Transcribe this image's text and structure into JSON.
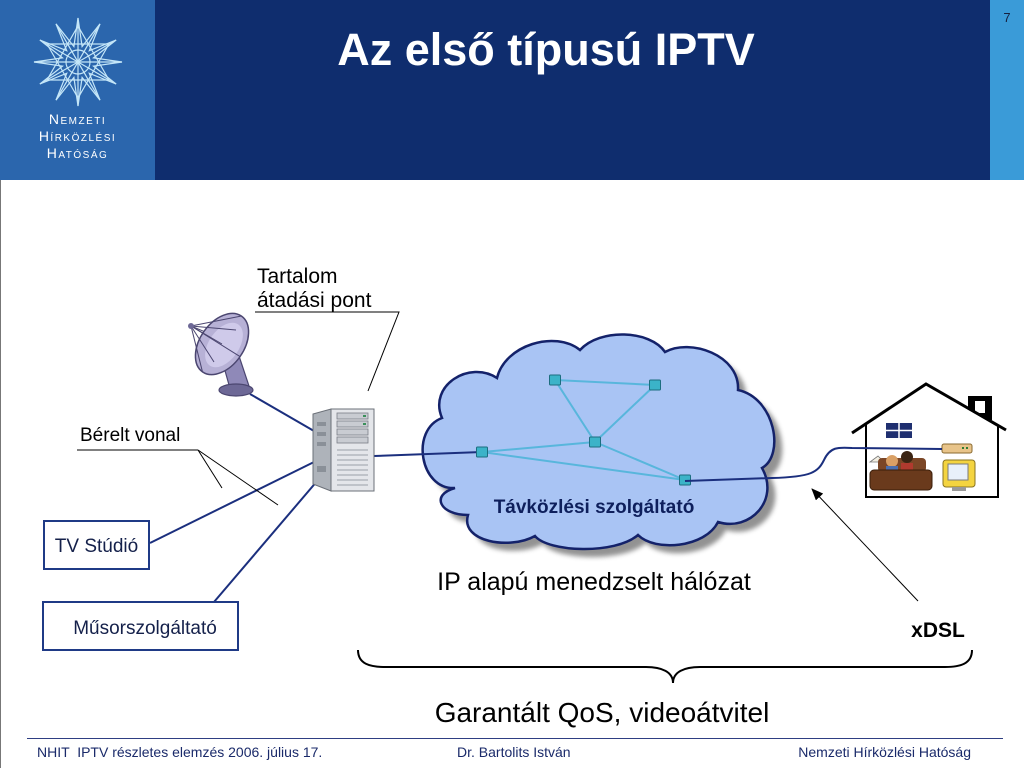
{
  "slide": {
    "page_number": "7",
    "title": "Az első típusú IPTV"
  },
  "logo": {
    "lines": [
      "Nemzeti",
      "Hírközlési",
      "Hatóság"
    ],
    "icon": "star-burst-logo-icon"
  },
  "diagram": {
    "content_handover_point": [
      "Tartalom",
      "átadási pont"
    ],
    "leased_line_label": "Bérelt vonal",
    "tv_studio_label": "TV Stúdió",
    "broadcaster_label": "Műsorszolgáltató",
    "cloud_label": "Távközlési szolgáltató",
    "network_caption": "IP alapú menedzselt hálózat",
    "access_label": "xDSL",
    "qos_caption": "Garantált QoS, videoátvitel",
    "icons": [
      "satellite-dish-icon",
      "server-icon",
      "network-cloud-icon",
      "house-icon"
    ]
  },
  "footer": {
    "left": "NHIT  IPTV részletes elemzés 2006. július 17.",
    "center": "Dr. Bartolits István",
    "right": "Nemzeti Hírközlési Hatóság"
  },
  "colors": {
    "header_navy": "#0f2d6e",
    "logo_blue": "#2b66ad",
    "accent_cyan": "#3a9bd8",
    "cloud_fill": "#a9c4f4",
    "link_navy": "#1b2f7e",
    "node_cyan": "#3bb3c8",
    "text_navy": "#1a2a6a"
  }
}
